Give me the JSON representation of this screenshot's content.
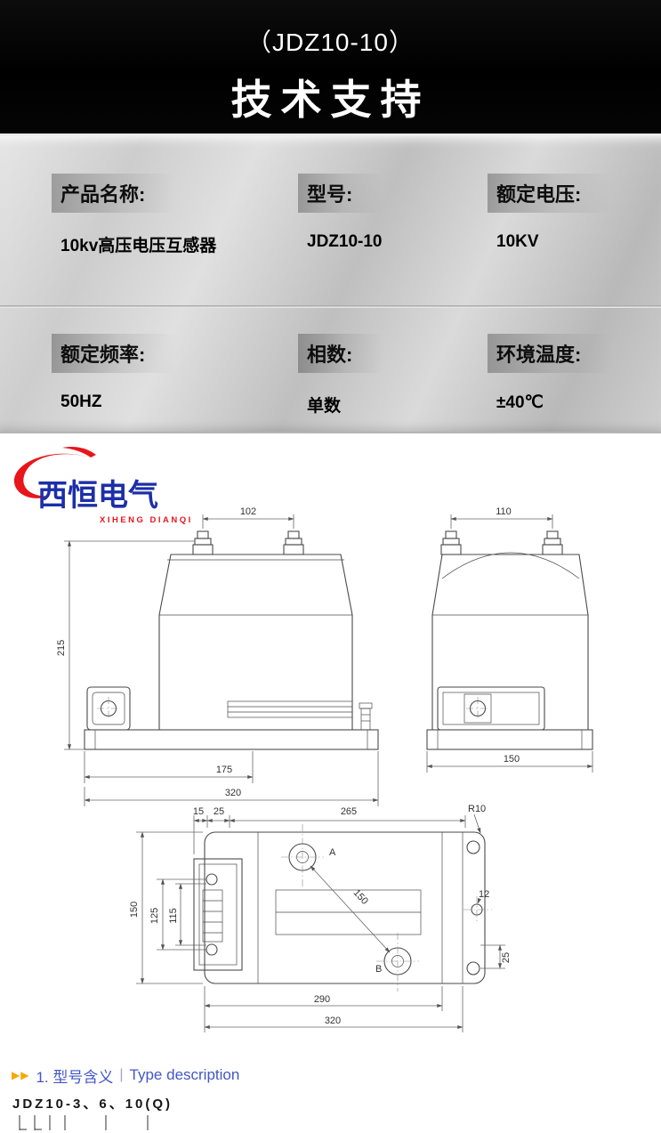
{
  "header": {
    "model": "（JDZ10-10）",
    "title": "技术支持"
  },
  "specs": {
    "row1": [
      {
        "label": "产品名称:",
        "value": "10kv高压电压互感器"
      },
      {
        "label": "型号:",
        "value": "JDZ10-10"
      },
      {
        "label": "额定电压:",
        "value": "10KV"
      }
    ],
    "row2": [
      {
        "label": "额定频率:",
        "value": "50HZ"
      },
      {
        "label": "相数:",
        "value": "单数"
      },
      {
        "label": "环境温度:",
        "value": "±40℃"
      }
    ]
  },
  "logo": {
    "brand": "西恒电气",
    "brand_en": "XIHENG DIANQI"
  },
  "drawings": {
    "front": {
      "top_width": "102",
      "height": "215",
      "foot_span": "175",
      "base_width": "320"
    },
    "side": {
      "top_width": "110",
      "base_width": "150"
    },
    "plan": {
      "d15": "15",
      "d25_top": "25",
      "d265": "265",
      "r10": "R10",
      "d150_left": "150",
      "d125": "125",
      "d115": "115",
      "d150_diag": "150",
      "d12": "12",
      "d25_right": "25",
      "d290": "290",
      "d320": "320",
      "terminal_a": "A",
      "terminal_b": "B"
    }
  },
  "section_title": {
    "arrows": "▶▶",
    "number_zh": "1. 型号含义",
    "separator": "|",
    "en": "Type description"
  },
  "type_code": "JDZ10-3、6、10(Q)"
}
